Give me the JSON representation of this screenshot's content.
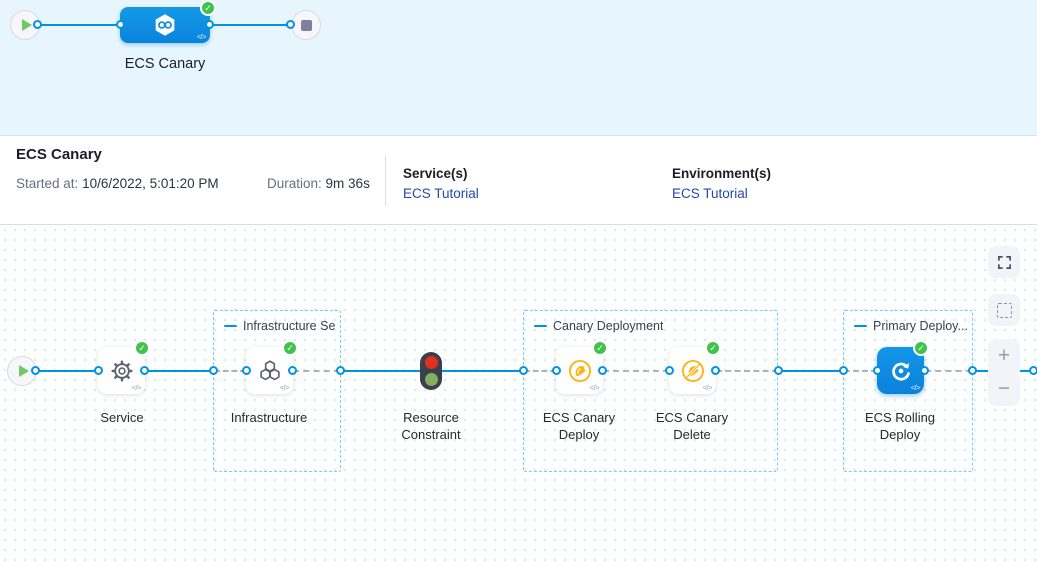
{
  "minimap": {
    "stage_label": "ECS Canary"
  },
  "summary": {
    "title": "ECS Canary",
    "started_label": "Started at:",
    "started_value": "10/6/2022, 5:01:20 PM",
    "duration_label": "Duration:",
    "duration_value": "9m 36s",
    "services_label": "Service(s)",
    "services_link": "ECS Tutorial",
    "environments_label": "Environment(s)",
    "environments_link": "ECS Tutorial"
  },
  "graph": {
    "groups": [
      {
        "label": "Infrastructure Se..."
      },
      {
        "label": "Canary Deployment"
      },
      {
        "label": "Primary Deploy..."
      }
    ],
    "nodes": [
      {
        "label": "Service"
      },
      {
        "label": "Infrastructure"
      },
      {
        "label": "Resource Constraint"
      },
      {
        "label": "ECS Canary Deploy"
      },
      {
        "label": "ECS Canary Delete"
      },
      {
        "label": "ECS Rolling Deploy"
      }
    ]
  },
  "icons": {
    "code": "</>",
    "check": "✓"
  },
  "controls": {
    "zoom_in": "+",
    "zoom_out": "−"
  },
  "colors": {
    "accent_blue": "#0092e4",
    "node_blue": "#0b8fe3",
    "check_green": "#3fc34e",
    "canary_yellow": "#fcb51d",
    "link_blue": "#2449ad",
    "red": "#e0301e",
    "green": "#84ad5e"
  }
}
